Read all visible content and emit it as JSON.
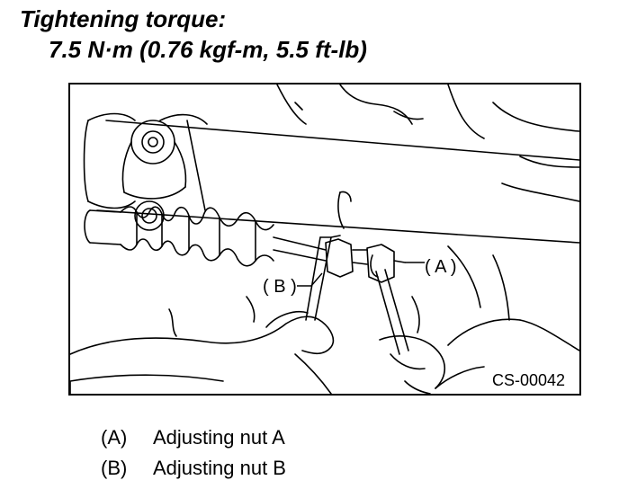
{
  "heading": {
    "line1": "Tightening torque:",
    "line2": "7.5 N·m (0.76 kgf-m, 5.5 ft-lb)"
  },
  "figure": {
    "callout_a": "( A )",
    "callout_b": "( B )",
    "code": "CS-00042"
  },
  "legend": [
    {
      "key": "(A)",
      "label": "Adjusting nut A"
    },
    {
      "key": "(B)",
      "label": "Adjusting nut B"
    }
  ]
}
